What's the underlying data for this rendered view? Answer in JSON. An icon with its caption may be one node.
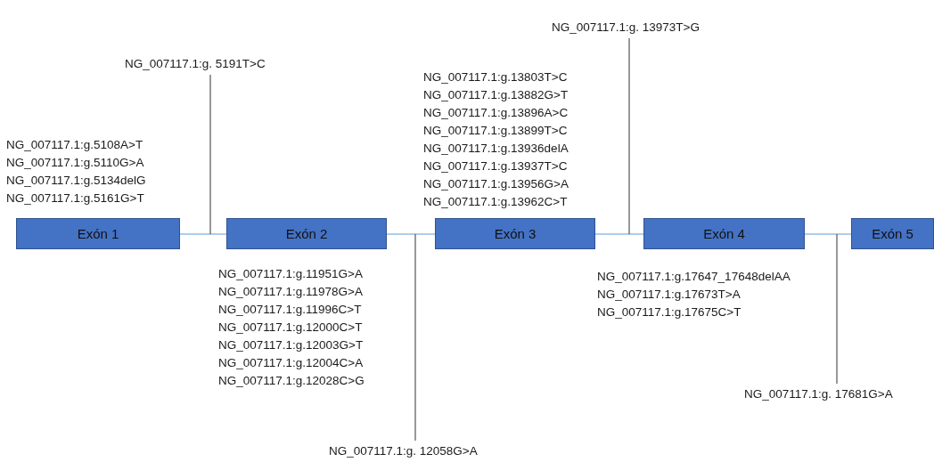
{
  "diagram": {
    "nodes": [
      {
        "text": [
          "Exón 1"
        ],
        "beside": [
          "NG_007117.1:g.5108A>T",
          "NG_007117.1:g.5110G>A",
          "NG_007117.1:g.5134delG",
          "NG_007117.1:g.5161G>T"
        ]
      },
      {
        "text": [
          "Exón 2"
        ],
        "beside": [
          "NG_007117.1:g.11951G>A",
          "NG_007117.1:g.11978G>A",
          "NG_007117.1:g.11996C>T",
          "NG_007117.1:g.12000C>T",
          "NG_007117.1:g.12003G>T",
          "NG_007117.1:g.12004C>A",
          "NG_007117.1:g.12028C>G"
        ]
      },
      {
        "text": [
          "Exón 3"
        ],
        "beside": [
          "NG_007117.1:g.13803T>C",
          "NG_007117.1:g.13882G>T",
          "NG_007117.1:g.13896A>C",
          "NG_007117.1:g.13899T>C",
          "NG_007117.1:g.13936delA",
          "NG_007117.1:g.13937T>C",
          "NG_007117.1:g.13956G>A",
          "NG_007117.1:g.13962C>T"
        ]
      },
      {
        "text": [
          "Exón 4"
        ],
        "beside": [
          "NG_007117.1:g.17647_17648delAA",
          "NG_007117.1:g.17673T>A",
          "NG_007117.1:g.17675C>T"
        ]
      },
      {
        "text": [
          "Exón 5"
        ]
      },
      {
        "text": [
          "NG_007117.1:g. 5191T>C"
        ]
      },
      {
        "text": [
          "NG_007117.1:g. 12058G>A"
        ]
      },
      {
        "text": [
          "NG_007117.1:g. 13973T>G"
        ]
      },
      {
        "text": [
          "NG_007117.1:g. 17681G>A"
        ]
      }
    ],
    "edges": [
      {
        "from": 0,
        "to": 1,
        "arrow": "none"
      },
      {
        "from": 1,
        "to": 2,
        "arrow": "none"
      },
      {
        "from": 2,
        "to": 3,
        "arrow": "none"
      },
      {
        "from": 3,
        "to": 4,
        "arrow": "none"
      },
      {
        "from": 5,
        "to": null,
        "arrow": "none",
        "color": "#333333"
      },
      {
        "from": 6,
        "to": null,
        "arrow": "none",
        "color": "#333333"
      },
      {
        "from": 7,
        "to": null,
        "arrow": "none",
        "color": "#333333"
      },
      {
        "from": 8,
        "to": null,
        "arrow": "none",
        "color": "#333333"
      }
    ]
  }
}
